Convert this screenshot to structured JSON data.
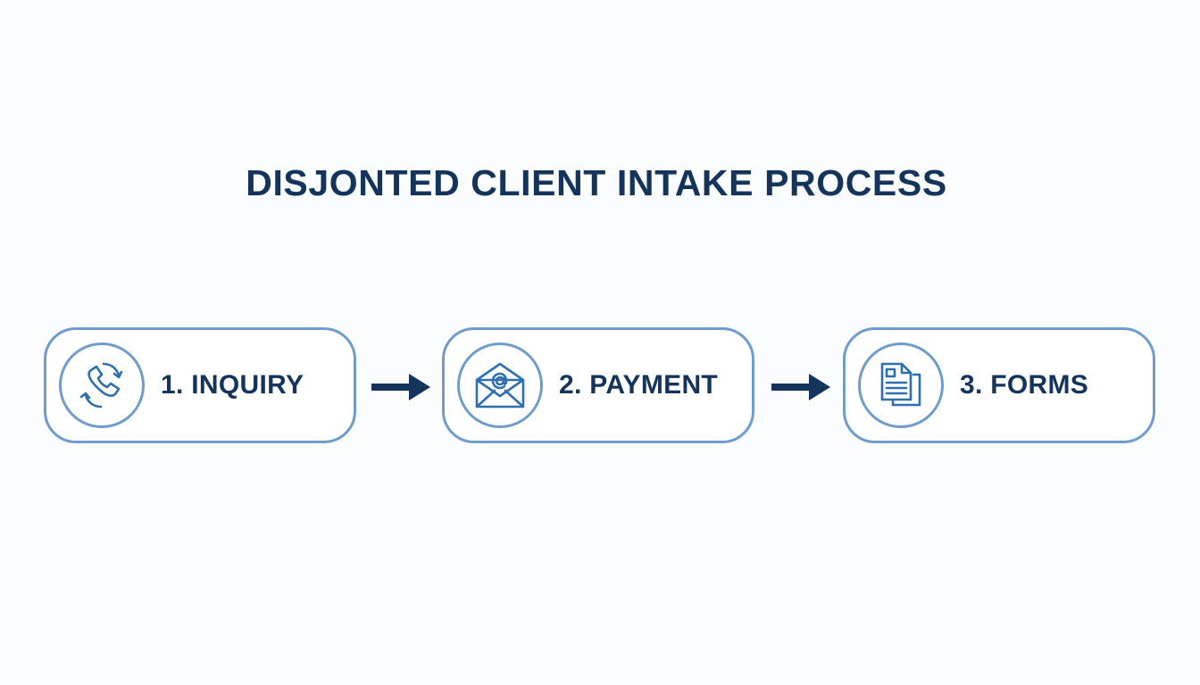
{
  "title": "DISJONTED CLIENT INTAKE PROCESS",
  "colors": {
    "title_text": "#14345c",
    "label_text": "#14345c",
    "card_border": "#6f9ccb",
    "icon_stroke": "#2f6fb0",
    "arrow": "#14345c",
    "background": "#fbfcfd"
  },
  "steps": [
    {
      "number": 1,
      "label": "1. INQUIRY",
      "icon": "phone-sync-icon"
    },
    {
      "number": 2,
      "label": "2. PAYMENT",
      "icon": "email-at-icon"
    },
    {
      "number": 3,
      "label": "3. FORMS",
      "icon": "documents-icon"
    }
  ],
  "connectors": [
    {
      "from": 1,
      "to": 2,
      "icon": "arrow-right-icon"
    },
    {
      "from": 2,
      "to": 3,
      "icon": "arrow-right-icon"
    }
  ]
}
